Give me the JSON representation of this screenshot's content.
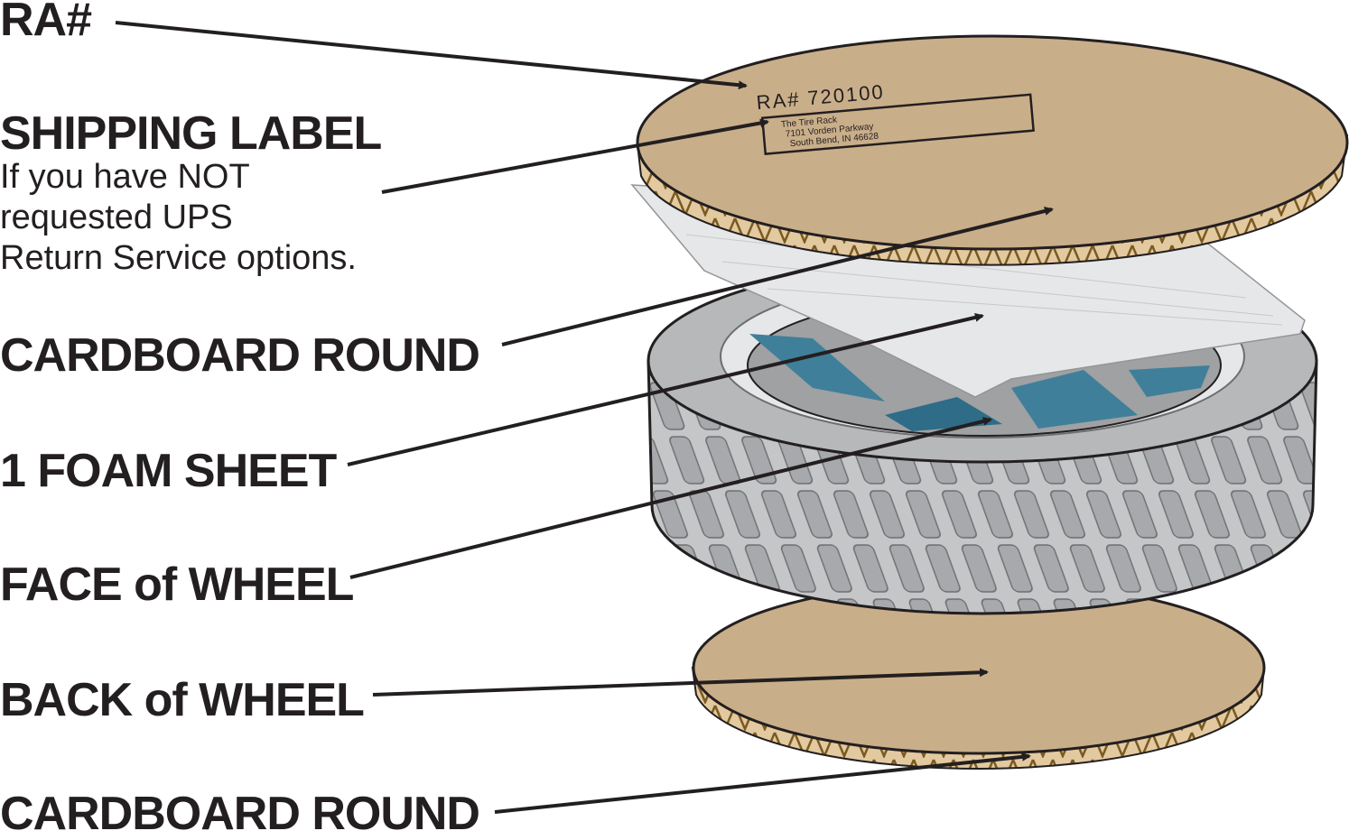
{
  "labels": {
    "ra": "RA#",
    "shipping_label": "SHIPPING LABEL",
    "shipping_note": [
      "If you have NOT",
      "requested UPS",
      "Return Service options."
    ],
    "cardboard_top": "CARDBOARD ROUND",
    "foam_sheet": "1 FOAM SHEET",
    "face_of_wheel": "FACE of WHEEL",
    "back_of_wheel": "BACK of WHEEL",
    "cardboard_bottom": "CARDBOARD ROUND"
  },
  "cardboard_text": {
    "ra_number": "RA# 720100",
    "address": [
      "The Tire Rack",
      "7101 Vorden Parkway",
      "South Bend, IN 46628"
    ]
  },
  "colors": {
    "cardboard": "#c9ae8a",
    "cardboard_edge": "#7a5a20",
    "tire": "#b9bbbd",
    "wheel": "#3f7f99",
    "foam": "#e6e7e8",
    "ink": "#231f20"
  }
}
